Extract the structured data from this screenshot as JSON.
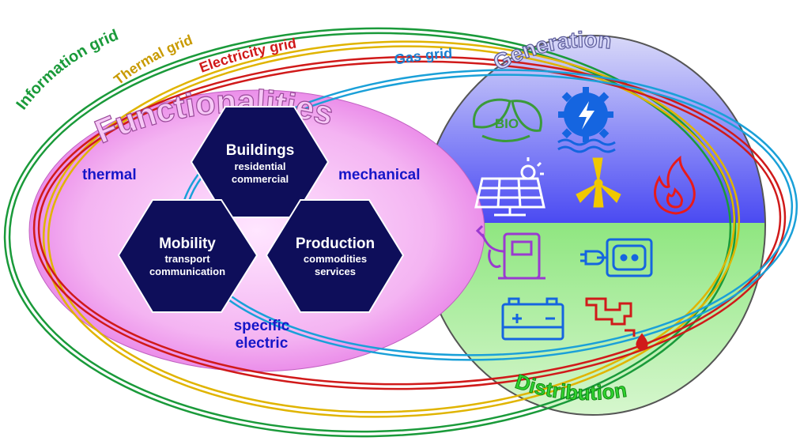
{
  "grids": {
    "information": "Information grid",
    "thermal": "Thermal grid",
    "electricity": "Electricity grid",
    "gas": "Gas grid"
  },
  "colors": {
    "information": "#1a9a3a",
    "thermal": "#e0b400",
    "electricity": "#d01a1a",
    "gas": "#1aa0d8",
    "hexagon": "#0e0e5a",
    "functionalities_fill": "#f2a6f0",
    "generation_fill": "#6b6bf5",
    "distribution_fill": "#a8ec9a"
  },
  "functionalities": {
    "title": "Functionalities",
    "thermal": "thermal",
    "mechanical": "mechanical",
    "specific_line1": "specific",
    "specific_line2": "electric"
  },
  "hexagons": {
    "buildings": {
      "title": "Buildings",
      "line1": "residential",
      "line2": "commercial"
    },
    "mobility": {
      "title": "Mobility",
      "line1": "transport",
      "line2": "communication"
    },
    "production": {
      "title": "Production",
      "line1": "commodities",
      "line2": "services"
    }
  },
  "generation": {
    "title": "Generation",
    "bio_text": "BIO",
    "icons": [
      "bio-leaf-icon",
      "hydro-turbine-icon",
      "solar-panel-icon",
      "wind-turbine-icon",
      "flame-icon"
    ]
  },
  "distribution": {
    "title": "Distribution",
    "icons": [
      "fuel-pump-icon",
      "power-socket-icon",
      "battery-icon",
      "water-pipe-icon"
    ]
  }
}
